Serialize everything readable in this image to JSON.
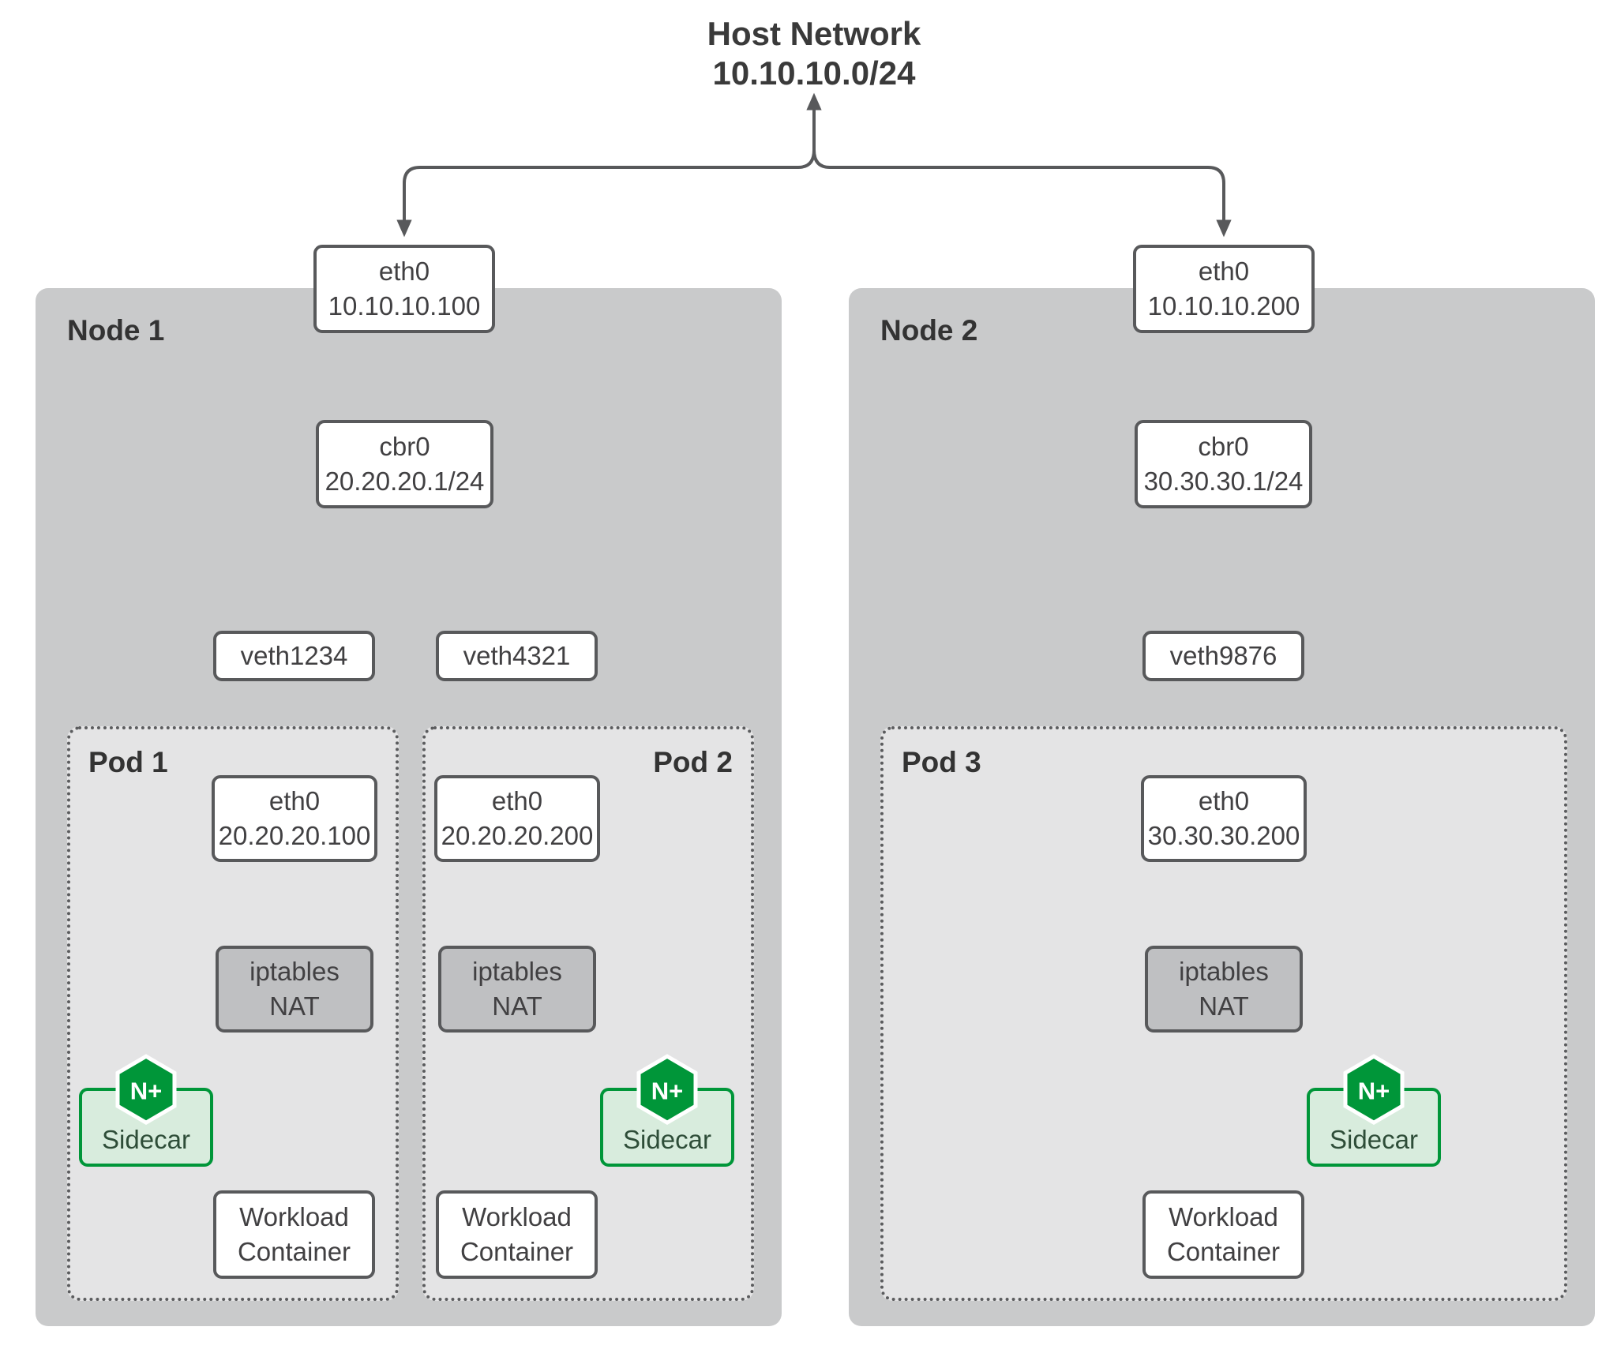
{
  "host_network": {
    "title": "Host Network",
    "cidr": "10.10.10.0/24"
  },
  "node1": {
    "label": "Node 1",
    "eth0": {
      "name": "eth0",
      "ip": "10.10.10.100"
    },
    "bridge": {
      "name": "cbr0",
      "cidr": "20.20.20.1/24"
    },
    "veth_left": "veth1234",
    "veth_right": "veth4321",
    "pod1": {
      "label": "Pod 1",
      "eth0": {
        "name": "eth0",
        "ip": "20.20.20.100"
      },
      "nat": {
        "line1": "iptables",
        "line2": "NAT"
      },
      "sidecar": {
        "logo": "N+",
        "label": "Sidecar"
      },
      "workload": {
        "line1": "Workload",
        "line2": "Container"
      }
    },
    "pod2": {
      "label": "Pod 2",
      "eth0": {
        "name": "eth0",
        "ip": "20.20.20.200"
      },
      "nat": {
        "line1": "iptables",
        "line2": "NAT"
      },
      "sidecar": {
        "logo": "N+",
        "label": "Sidecar"
      },
      "workload": {
        "line1": "Workload",
        "line2": "Container"
      }
    }
  },
  "node2": {
    "label": "Node 2",
    "eth0": {
      "name": "eth0",
      "ip": "10.10.10.200"
    },
    "bridge": {
      "name": "cbr0",
      "cidr": "30.30.30.1/24"
    },
    "veth": "veth9876",
    "pod3": {
      "label": "Pod 3",
      "eth0": {
        "name": "eth0",
        "ip": "30.30.30.200"
      },
      "nat": {
        "line1": "iptables",
        "line2": "NAT"
      },
      "sidecar": {
        "logo": "N+",
        "label": "Sidecar"
      },
      "workload": {
        "line1": "Workload",
        "line2": "Container"
      }
    }
  },
  "colors": {
    "node_fill": "#c9cacb",
    "pod_fill": "#e4e4e5",
    "nat_fill": "#bfc0c2",
    "outline": "#58595b",
    "nginx_green": "#009639",
    "sidecar_fill": "#d8ecdd",
    "text": "#414042"
  }
}
